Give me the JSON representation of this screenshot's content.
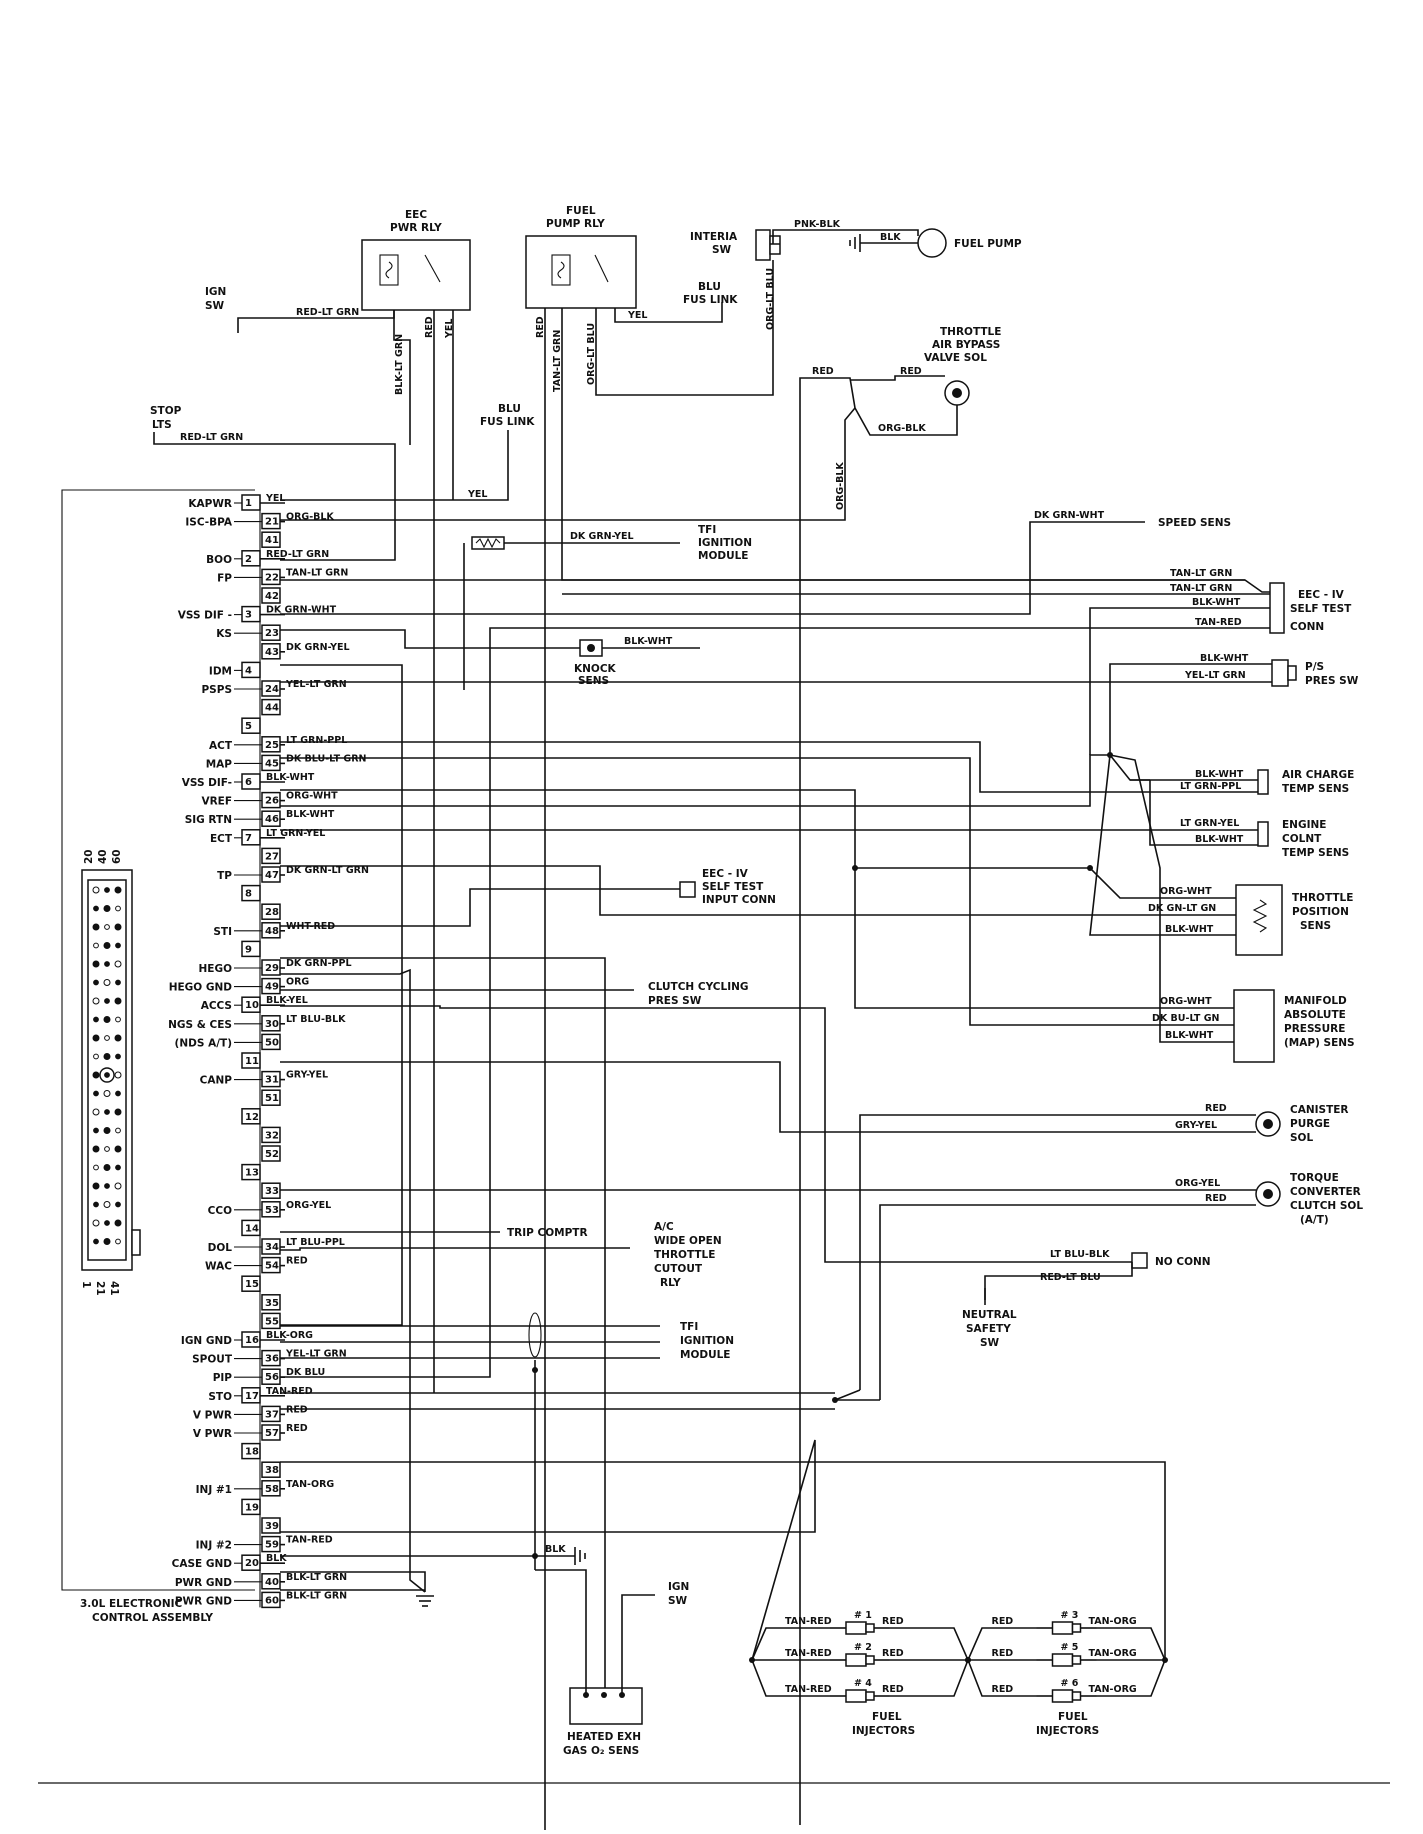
{
  "ecu": {
    "name_line1": "3.0L ELECTRONIC",
    "name_line2": "CONTROL ASSEMBLY",
    "connector_top": [
      "20",
      "40",
      "60"
    ],
    "connector_bottom": [
      "1",
      "21",
      "41"
    ],
    "pins": [
      {
        "pin": "1",
        "label": "KAPWR",
        "wire": "YEL"
      },
      {
        "pin": "21",
        "label": "ISC-BPA",
        "wire": "ORG-BLK"
      },
      {
        "pin": "41",
        "label": "",
        "wire": ""
      },
      {
        "pin": "2",
        "label": "BOO",
        "wire": "RED-LT GRN"
      },
      {
        "pin": "22",
        "label": "FP",
        "wire": "TAN-LT GRN"
      },
      {
        "pin": "42",
        "label": "",
        "wire": ""
      },
      {
        "pin": "3",
        "label": "VSS DIF -",
        "wire": "DK GRN-WHT"
      },
      {
        "pin": "23",
        "label": "KS",
        "wire": ""
      },
      {
        "pin": "43",
        "label": "",
        "wire": "DK GRN-YEL"
      },
      {
        "pin": "4",
        "label": "IDM",
        "wire": ""
      },
      {
        "pin": "24",
        "label": "PSPS",
        "wire": "YEL-LT GRN"
      },
      {
        "pin": "44",
        "label": "",
        "wire": ""
      },
      {
        "pin": "5",
        "label": "",
        "wire": ""
      },
      {
        "pin": "25",
        "label": "ACT",
        "wire": "LT GRN-PPL"
      },
      {
        "pin": "45",
        "label": "MAP",
        "wire": "DK BLU-LT GRN"
      },
      {
        "pin": "6",
        "label": "VSS DIF-",
        "wire": "BLK-WHT"
      },
      {
        "pin": "26",
        "label": "VREF",
        "wire": "ORG-WHT"
      },
      {
        "pin": "46",
        "label": "SIG RTN",
        "wire": "BLK-WHT"
      },
      {
        "pin": "7",
        "label": "ECT",
        "wire": "LT GRN-YEL"
      },
      {
        "pin": "27",
        "label": "",
        "wire": ""
      },
      {
        "pin": "47",
        "label": "TP",
        "wire": "DK GRN-LT GRN"
      },
      {
        "pin": "8",
        "label": "",
        "wire": ""
      },
      {
        "pin": "28",
        "label": "",
        "wire": ""
      },
      {
        "pin": "48",
        "label": "STI",
        "wire": "WHT-RED"
      },
      {
        "pin": "9",
        "label": "",
        "wire": ""
      },
      {
        "pin": "29",
        "label": "HEGO",
        "wire": "DK GRN-PPL"
      },
      {
        "pin": "49",
        "label": "HEGO GND",
        "wire": "ORG"
      },
      {
        "pin": "10",
        "label": "ACCS",
        "wire": "BLK-YEL"
      },
      {
        "pin": "30",
        "label": "NGS & CES",
        "wire": "LT BLU-BLK"
      },
      {
        "pin": "50",
        "label": "(NDS A/T)",
        "wire": ""
      },
      {
        "pin": "11",
        "label": "",
        "wire": ""
      },
      {
        "pin": "31",
        "label": "CANP",
        "wire": "GRY-YEL"
      },
      {
        "pin": "51",
        "label": "",
        "wire": ""
      },
      {
        "pin": "12",
        "label": "",
        "wire": ""
      },
      {
        "pin": "32",
        "label": "",
        "wire": ""
      },
      {
        "pin": "52",
        "label": "",
        "wire": ""
      },
      {
        "pin": "13",
        "label": "",
        "wire": ""
      },
      {
        "pin": "33",
        "label": "",
        "wire": ""
      },
      {
        "pin": "53",
        "label": "CCO",
        "wire": "ORG-YEL"
      },
      {
        "pin": "14",
        "label": "",
        "wire": ""
      },
      {
        "pin": "34",
        "label": "DOL",
        "wire": "LT BLU-PPL"
      },
      {
        "pin": "54",
        "label": "WAC",
        "wire": "RED"
      },
      {
        "pin": "15",
        "label": "",
        "wire": ""
      },
      {
        "pin": "35",
        "label": "",
        "wire": ""
      },
      {
        "pin": "55",
        "label": "",
        "wire": ""
      },
      {
        "pin": "16",
        "label": "IGN GND",
        "wire": "BLK-ORG"
      },
      {
        "pin": "36",
        "label": "SPOUT",
        "wire": "YEL-LT GRN"
      },
      {
        "pin": "56",
        "label": "PIP",
        "wire": "DK BLU"
      },
      {
        "pin": "17",
        "label": "STO",
        "wire": "TAN-RED"
      },
      {
        "pin": "37",
        "label": "V PWR",
        "wire": "RED"
      },
      {
        "pin": "57",
        "label": "V PWR",
        "wire": "RED"
      },
      {
        "pin": "18",
        "label": "",
        "wire": ""
      },
      {
        "pin": "38",
        "label": "",
        "wire": ""
      },
      {
        "pin": "58",
        "label": "INJ #1",
        "wire": "TAN-ORG"
      },
      {
        "pin": "19",
        "label": "",
        "wire": ""
      },
      {
        "pin": "39",
        "label": "",
        "wire": ""
      },
      {
        "pin": "59",
        "label": "INJ #2",
        "wire": "TAN-RED"
      },
      {
        "pin": "20",
        "label": "CASE GND",
        "wire": "BLK"
      },
      {
        "pin": "40",
        "label": "PWR GND",
        "wire": "BLK-LT GRN"
      },
      {
        "pin": "60",
        "label": "PWR GND",
        "wire": "BLK-LT GRN"
      }
    ]
  },
  "components": {
    "eec_relay": {
      "line1": "EEC",
      "line2": "PWR RLY"
    },
    "fuel_pump_relay": {
      "line1": "FUEL",
      "line2": "PUMP RLY"
    },
    "interia_sw": {
      "line1": "INTERIA",
      "line2": "SW"
    },
    "fuel_pump": "FUEL PUMP",
    "ign_sw_top": {
      "line1": "IGN",
      "line2": "SW"
    },
    "stop_lts": {
      "line1": "STOP",
      "line2": "LTS"
    },
    "blu_fus_link_1": {
      "line1": "BLU",
      "line2": "FUS LINK"
    },
    "blu_fus_link_2": {
      "line1": "BLU",
      "line2": "FUS LINK"
    },
    "throttle_bypass": {
      "line1": "THROTTLE",
      "line2": "AIR BYPASS",
      "line3": "VALVE SOL"
    },
    "speed_sens": "SPEED SENS",
    "tfi_module_top": {
      "line1": "TFI",
      "line2": "IGNITION",
      "line3": "MODULE"
    },
    "eec_self_test": {
      "line1": "EEC - IV",
      "line2": "SELF TEST",
      "line3": "CONN"
    },
    "knock_sens": {
      "line1": "KNOCK",
      "line2": "SENS"
    },
    "ps_pres_sw": {
      "line1": "P/S",
      "line2": "PRES SW"
    },
    "air_charge": {
      "line1": "AIR CHARGE",
      "line2": "TEMP SENS"
    },
    "engine_colnt": {
      "line1": "ENGINE",
      "line2": "COLNT",
      "line3": "TEMP SENS"
    },
    "self_test_input": {
      "line1": "EEC - IV",
      "line2": "SELF TEST",
      "line3": "INPUT CONN"
    },
    "tps": {
      "line1": "THROTTLE",
      "line2": "POSITION",
      "line3": "SENS"
    },
    "clutch_cycling": {
      "line1": "CLUTCH CYCLING",
      "line2": "PRES SW"
    },
    "map_sens": {
      "line1": "MANIFOLD",
      "line2": "ABSOLUTE",
      "line3": "PRESSURE",
      "line4": "(MAP) SENS"
    },
    "canister": {
      "line1": "CANISTER",
      "line2": "PURGE",
      "line3": "SOL"
    },
    "torque_conv": {
      "line1": "TORQUE",
      "line2": "CONVERTER",
      "line3": "CLUTCH SOL",
      "line4": "(A/T)"
    },
    "trip_comptr": "TRIP COMPTR",
    "ac_cutout": {
      "line1": "A/C",
      "line2": "WIDE OPEN",
      "line3": "THROTTLE",
      "line4": "CUTOUT",
      "line5": "RLY"
    },
    "no_conn": "NO CONN",
    "neutral_safety": {
      "line1": "NEUTRAL",
      "line2": "SAFETY",
      "line3": "SW"
    },
    "tfi_module_bottom": {
      "line1": "TFI",
      "line2": "IGNITION",
      "line3": "MODULE"
    },
    "ign_sw_bottom": {
      "line1": "IGN",
      "line2": "SW"
    },
    "heated_exh": {
      "line1": "HEATED EXH",
      "line2": "GAS O₂ SENS"
    },
    "fuel_inj_left": {
      "line1": "FUEL",
      "line2": "INJECTORS"
    },
    "fuel_inj_right": {
      "line1": "FUEL",
      "line2": "INJECTORS"
    }
  },
  "wires": {
    "red_lt_grn": "RED-LT GRN",
    "blk_lt_grn": "BLK-LT GRN",
    "red": "RED",
    "yel": "YEL",
    "tan_lt_grn": "TAN-LT GRN",
    "org_lt_blu": "ORG-LT BLU",
    "pnk_blk": "PNK-BLK",
    "blk": "BLK",
    "org_blk": "ORG-BLK",
    "dk_grn_yel": "DK GRN-YEL",
    "dk_grn_wht": "DK GRN-WHT",
    "blk_wht": "BLK-WHT",
    "tan_red": "TAN-RED",
    "yel_lt_grn": "YEL-LT GRN",
    "lt_grn_ppl": "LT GRN-PPL",
    "lt_grn_yel": "LT GRN-YEL",
    "org_wht": "ORG-WHT",
    "dk_gn_lt_gn": "DK GN-LT GN",
    "dk_bu_lt_gn": "DK BU-LT GN",
    "gry_yel": "GRY-YEL",
    "org_yel": "ORG-YEL",
    "lt_blu_blk": "LT BLU-BLK",
    "red_lt_blu": "RED-LT BLU",
    "dk_grn_ppl": "DK GRN-PPL",
    "tan_org": "TAN-ORG"
  },
  "injectors": {
    "left": [
      {
        "num": "# 1",
        "in": "TAN-RED",
        "out": "RED"
      },
      {
        "num": "# 2",
        "in": "TAN-RED",
        "out": "RED"
      },
      {
        "num": "# 4",
        "in": "TAN-RED",
        "out": "RED"
      }
    ],
    "right": [
      {
        "num": "# 3",
        "in": "RED",
        "out": "TAN-ORG"
      },
      {
        "num": "# 5",
        "in": "RED",
        "out": "TAN-ORG"
      },
      {
        "num": "# 6",
        "in": "RED",
        "out": "TAN-ORG"
      }
    ]
  }
}
